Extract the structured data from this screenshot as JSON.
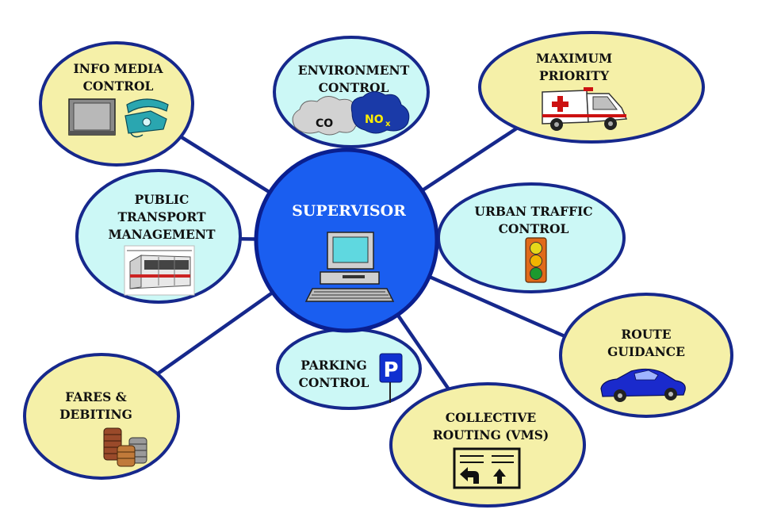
{
  "hub": {
    "label": "SUPERVISOR"
  },
  "nodes": {
    "info_media": {
      "line1": "INFO MEDIA",
      "line2": "CONTROL"
    },
    "environment": {
      "line1": "ENVIRONMENT",
      "line2": "CONTROL",
      "co": "CO",
      "no": "NO",
      "no_sub": "x"
    },
    "max_priority": {
      "line1": "MAXIMUM",
      "line2": "PRIORITY"
    },
    "public_transport": {
      "line1": "PUBLIC",
      "line2": "TRANSPORT",
      "line3": "MANAGEMENT"
    },
    "urban_traffic": {
      "line1": "URBAN TRAFFIC",
      "line2": "CONTROL"
    },
    "route_guidance": {
      "line1": "ROUTE",
      "line2": "GUIDANCE"
    },
    "parking": {
      "line1": "PARKING",
      "line2": "CONTROL",
      "sign": "P"
    },
    "fares": {
      "line1": "FARES &",
      "line2": "DEBITING"
    },
    "collective_routing": {
      "line1": "COLLECTIVE",
      "line2": "ROUTING (VMS)"
    }
  },
  "colors": {
    "hub_fill": "#1a5ef0",
    "hub_stroke": "#0a1f8f",
    "yellow_node": "#f5f0a8",
    "cyan_node": "#ccf8f6",
    "node_stroke": "#16288c",
    "connector": "#16288c"
  },
  "icons": [
    "monitor-icon",
    "telephone-icon",
    "pollution-cloud-icon",
    "ambulance-icon",
    "tram-icon",
    "traffic-light-icon",
    "computer-icon",
    "car-icon",
    "parking-sign-icon",
    "coins-icon",
    "vms-sign-icon"
  ]
}
